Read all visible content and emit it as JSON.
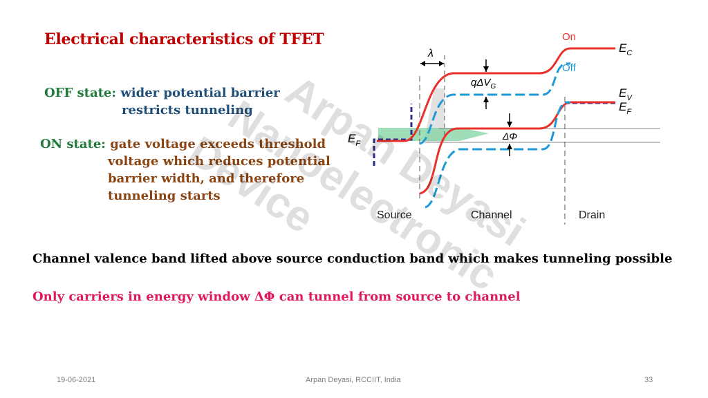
{
  "slide": {
    "title": "Electrical characteristics of TFET",
    "off_state": {
      "label": "OFF state:",
      "line1": "wider potential barrier",
      "line2": "restricts tunneling"
    },
    "on_state": {
      "label": "ON state:",
      "line1": "gate voltage exceeds threshold",
      "line2": "voltage which reduces potential",
      "line3": "barrier width, and therefore",
      "line4": "tunneling starts"
    },
    "statement_1": "Channel valence band lifted above source conduction band which makes tunneling possible",
    "statement_2": "Only carriers in energy window ΔΦ can tunnel from source to channel",
    "watermark": {
      "line1": "Arpan Deyasi",
      "line2": "Nanoelectronic",
      "line3": "Device"
    }
  },
  "diagram": {
    "labels": {
      "on": "On",
      "off": "Off",
      "ec": "E",
      "ec_sub": "C",
      "ev": "E",
      "ev_sub": "V",
      "ef_right": "E",
      "ef_right_sub": "F",
      "ef_left": "E",
      "ef_left_sub": "F",
      "lambda": "λ",
      "qdvg": "qΔV",
      "qdvg_sub": "G",
      "dphi": "ΔΦ",
      "source": "Source",
      "channel": "Channel",
      "drain": "Drain"
    },
    "colors": {
      "on_curve": "#e8312a",
      "off_curve": "#1e9ad6",
      "on_label": "#e8312a",
      "off_label": "#1e9ad6",
      "fermi_dash": "#2c2c8c",
      "tunnel_window": "#7fd3a0",
      "shade": "#d9d9d9"
    }
  },
  "footer": {
    "date": "19-06-2021",
    "author": "Arpan Deyasi, RCCIIT, India",
    "page": "33"
  }
}
